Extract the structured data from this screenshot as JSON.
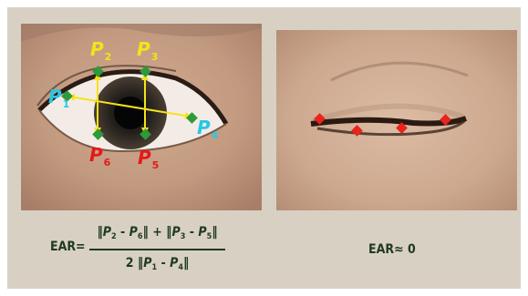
{
  "colors": {
    "background": "#d9d0c4",
    "landmark_vertical": "#f6e21a",
    "landmark_horizontal": "#27c6e6",
    "landmark_lower": "#e61818",
    "marker_open": "#2e9a3a",
    "marker_closed": "#e8241c",
    "formula_text": "#1f3a1f"
  },
  "open_eye": {
    "points": [
      {
        "letter": "P",
        "index": "1"
      },
      {
        "letter": "P",
        "index": "2"
      },
      {
        "letter": "P",
        "index": "3"
      },
      {
        "letter": "P",
        "index": "4"
      },
      {
        "letter": "P",
        "index": "5"
      },
      {
        "letter": "P",
        "index": "6"
      }
    ]
  },
  "formula": {
    "lhs": "EAR=",
    "numerator": {
      "a1": "P",
      "a1_sub": "2",
      "minus1": " - ",
      "b1": "P",
      "b1_sub": "6",
      "plus": " + ",
      "a2": "P",
      "a2_sub": "3",
      "minus2": " - ",
      "b2": "P",
      "b2_sub": "5"
    },
    "denominator": {
      "coef": "2",
      "a": "P",
      "a_sub": "1",
      "minus": " - ",
      "b": "P",
      "b_sub": "4"
    }
  },
  "closed_eye": {
    "result": "EAR≈ 0"
  }
}
